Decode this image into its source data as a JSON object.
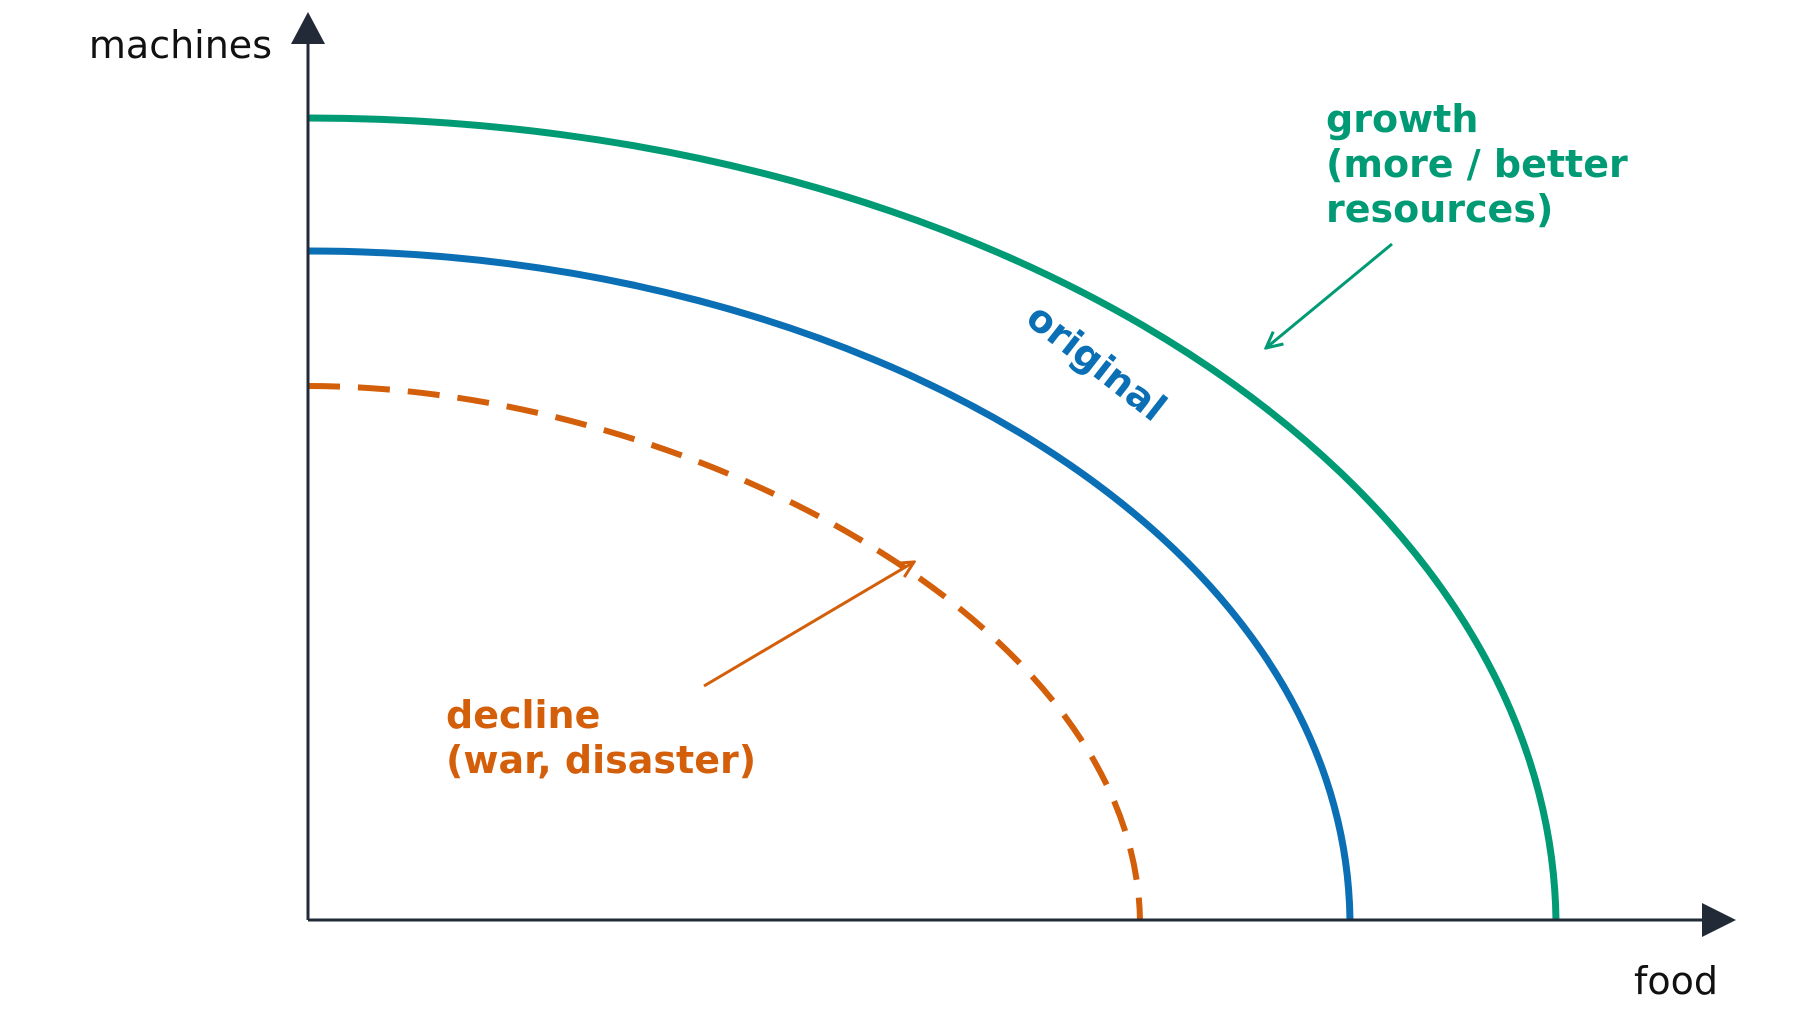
{
  "axes": {
    "x_label": "food",
    "y_label": "machines",
    "color": "#222a38"
  },
  "curves": {
    "growth": {
      "label_lines": [
        "growth",
        "(more / better",
        "resources)"
      ],
      "color": "#009a74",
      "style": "solid"
    },
    "original": {
      "label": "original",
      "color": "#0a6fb4",
      "style": "solid"
    },
    "decline": {
      "label_lines": [
        "decline",
        "(war, disaster)"
      ],
      "color": "#d45f0a",
      "style": "dashed"
    }
  }
}
